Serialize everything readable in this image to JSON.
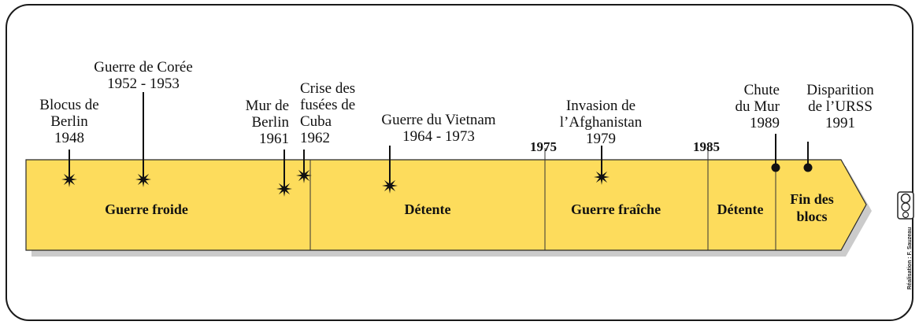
{
  "colors": {
    "band": "#fddc5c",
    "band_stroke": "#2a2a2a",
    "shadow": "#9a9a9a",
    "ink": "#111111"
  },
  "events": [
    {
      "id": "blocus",
      "lines": [
        "Blocus de",
        "Berlin",
        "1948"
      ],
      "marker": "burst-icon"
    },
    {
      "id": "coree",
      "lines": [
        "Guerre de Corée",
        "1952 - 1953"
      ],
      "marker": "burst-icon"
    },
    {
      "id": "mur",
      "lines": [
        "Mur de",
        "Berlin",
        "1961"
      ],
      "marker": "burst-icon"
    },
    {
      "id": "cuba",
      "lines": [
        "Crise des",
        "fusées de",
        "Cuba",
        "1962"
      ],
      "marker": "burst-icon"
    },
    {
      "id": "vietnam",
      "lines": [
        "Guerre du Vietnam",
        "1964 - 1973"
      ],
      "marker": "burst-icon"
    },
    {
      "id": "afghan",
      "lines": [
        "Invasion de",
        "l’Afghanistan",
        "1979"
      ],
      "marker": "burst-icon"
    },
    {
      "id": "chute",
      "lines": [
        "Chute",
        "du Mur",
        "1989"
      ],
      "marker": "dot-icon"
    },
    {
      "id": "urss",
      "lines": [
        "Disparition",
        "de l’URSS",
        "1991"
      ],
      "marker": "dot-icon"
    }
  ],
  "year_marks": [
    "1975",
    "1985"
  ],
  "periods": [
    "Guerre froide",
    "Détente",
    "Guerre fraîche",
    "Détente",
    "Fin des\nblocs"
  ],
  "credit": "Réalisation : F. Sauzeau"
}
